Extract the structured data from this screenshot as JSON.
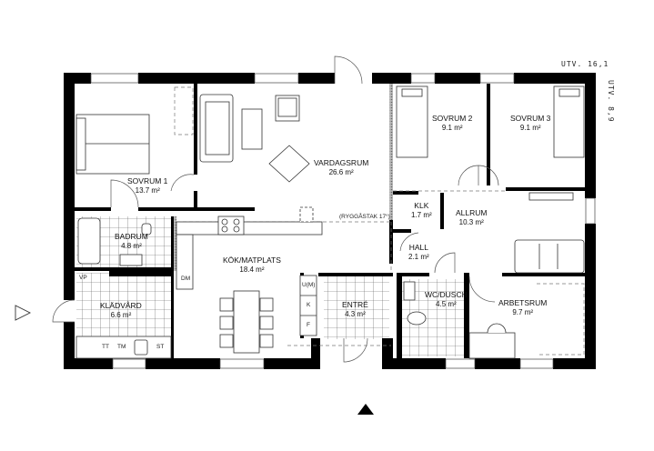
{
  "plan": {
    "dimensions": {
      "width_label": "UTV. 16,1",
      "depth_label": "UTV. 8,9"
    },
    "rooms": [
      {
        "id": "sovrum1",
        "name": "SOVRUM 1",
        "area": "13.7 m²"
      },
      {
        "id": "vardagsrum",
        "name": "VARDAGSRUM",
        "area": "26.6 m²"
      },
      {
        "id": "sovrum2",
        "name": "SOVRUM 2",
        "area": "9.1 m²"
      },
      {
        "id": "sovrum3",
        "name": "SOVRUM 3",
        "area": "9.1 m²"
      },
      {
        "id": "badrum",
        "name": "BADRUM",
        "area": "4.8 m²"
      },
      {
        "id": "klk",
        "name": "KLK",
        "area": "1.7 m²"
      },
      {
        "id": "allrum",
        "name": "ALLRUM",
        "area": "10.3 m²"
      },
      {
        "id": "hall",
        "name": "HALL",
        "area": "2.1 m²"
      },
      {
        "id": "kok",
        "name": "KÖK/MATPLATS",
        "area": "18.4 m²"
      },
      {
        "id": "kladvard",
        "name": "KLÄDVÅRD",
        "area": "6.6 m²"
      },
      {
        "id": "entre",
        "name": "ENTRÉ",
        "area": "4.3 m²"
      },
      {
        "id": "wc",
        "name": "WC/DUSCH",
        "area": "4.5 m²"
      },
      {
        "id": "arbetsrum",
        "name": "ARBETSRUM",
        "area": "9.7 m²"
      }
    ],
    "annotations": {
      "ceiling": "(RYGGÅSTAK 17°)",
      "dishwasher": "DM",
      "fridge_freezer": [
        "U(M)",
        "K",
        "F"
      ],
      "laundry": [
        "TT",
        "TM",
        "ST"
      ],
      "water_heater": "VP"
    },
    "entrances": {
      "main_marker": "entrance-arrow-south",
      "side_marker": "entrance-arrow-west"
    },
    "colors": {
      "wall": "#000000",
      "line": "#333333",
      "dashed": "#777777",
      "tile": "#555555"
    }
  }
}
